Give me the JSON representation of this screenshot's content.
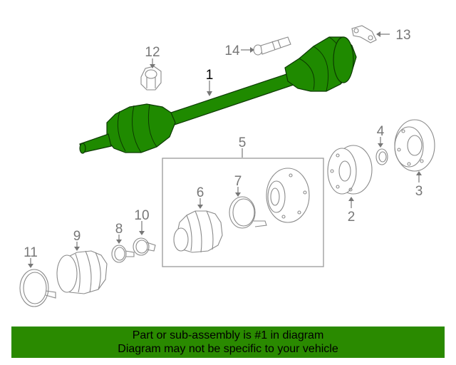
{
  "callouts": {
    "c1": "1",
    "c2": "2",
    "c3": "3",
    "c4": "4",
    "c5": "5",
    "c6": "6",
    "c7": "7",
    "c8": "8",
    "c9": "9",
    "c10": "10",
    "c11": "11",
    "c12": "12",
    "c13": "13",
    "c14": "14"
  },
  "highlighted_part": "1",
  "colors": {
    "highlight": "#1f8a00",
    "banner": "#2a8a00",
    "line": "#8a8a8a"
  },
  "banner": {
    "line1": "Part or sub-assembly is #1 in diagram",
    "line2": "Diagram may not be specific to your vehicle"
  }
}
